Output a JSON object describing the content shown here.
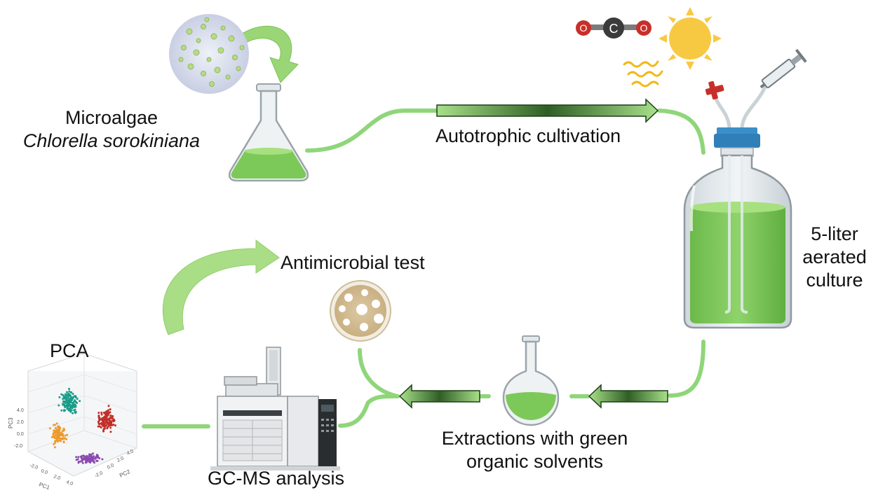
{
  "labels": {
    "microalgae_line1": "Microalgae",
    "microalgae_line2": "Chlorella sorokiniana",
    "autotrophic": "Autotrophic cultivation",
    "culture_line1": "5-liter",
    "culture_line2": "aerated",
    "culture_line3": "culture",
    "antimicrobial": "Antimicrobial test",
    "pca": "PCA",
    "extraction_line1": "Extractions with green",
    "extraction_line2": "organic solvents",
    "gcms": "GC-MS analysis"
  },
  "molecule": {
    "left_atom": "O",
    "center_atom": "C",
    "right_atom": "O"
  },
  "pca_plot": {
    "z_axis_label": "PC3",
    "x_axis_label": "PC1",
    "y_axis_label": "PC2",
    "z_ticks": [
      "4.0",
      "2.0",
      "0.0",
      "-2.0"
    ],
    "x_ticks": [
      "-2.0",
      "0.0",
      "2.0",
      "4.0"
    ],
    "y_ticks": [
      "4.0",
      "2.0",
      "0.0",
      "-2.0"
    ]
  },
  "colors": {
    "connector": "#8fd67a",
    "liquid": "#7cc95a",
    "cap": "#2f7fb8",
    "sun": "#f7c943",
    "cluster_teal": "#1a9c8a",
    "cluster_red": "#c0302a",
    "cluster_orange": "#ee9a2c",
    "cluster_purple": "#8a4bb0"
  }
}
